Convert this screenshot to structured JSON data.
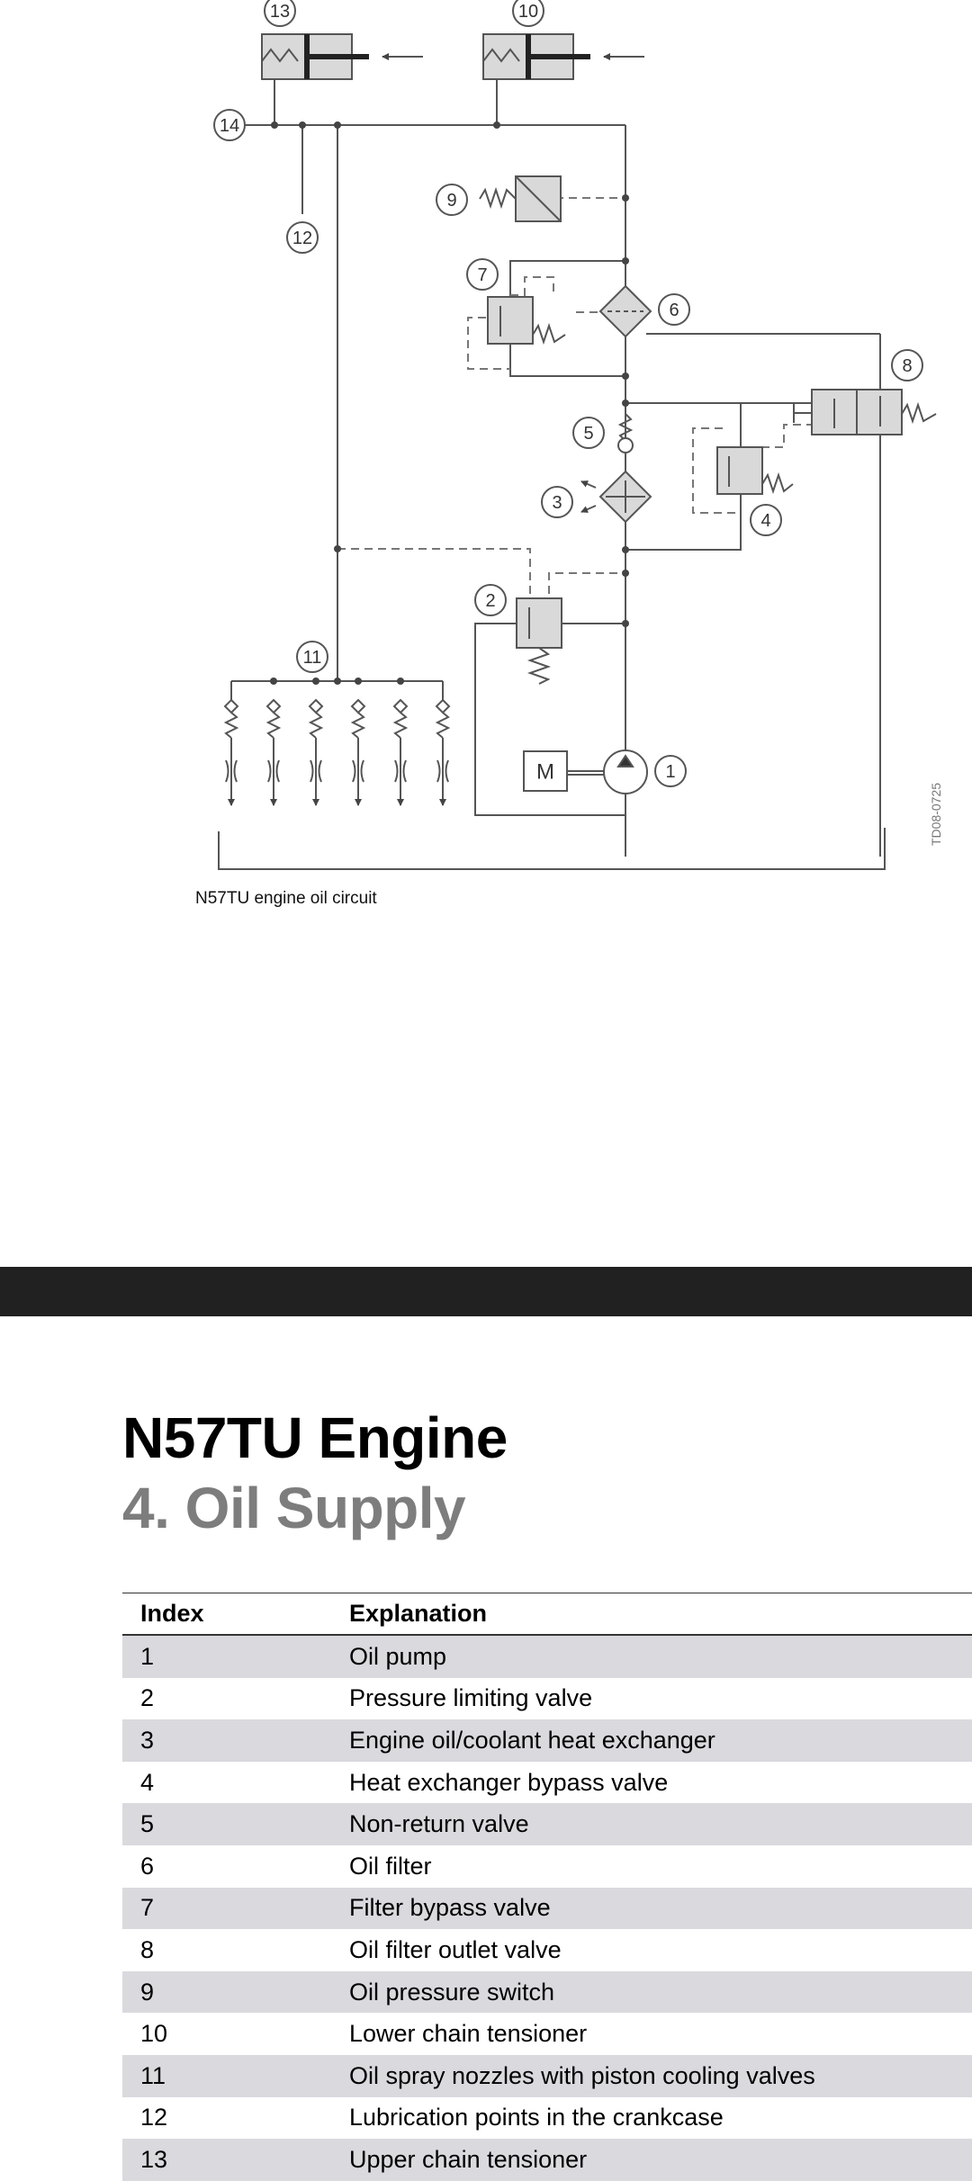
{
  "diagram": {
    "labels": [
      "1",
      "2",
      "3",
      "4",
      "5",
      "6",
      "7",
      "8",
      "9",
      "10",
      "11",
      "12",
      "13",
      "14"
    ],
    "pump_label": "M",
    "caption": "N57TU engine oil circuit",
    "reference": "TD08-0725"
  },
  "section": {
    "title": "N57TU Engine",
    "subtitle": "4. Oil Supply"
  },
  "table": {
    "headers": [
      "Index",
      "Explanation"
    ],
    "rows": [
      {
        "index": "1",
        "text": "Oil pump"
      },
      {
        "index": "2",
        "text": "Pressure limiting valve"
      },
      {
        "index": "3",
        "text": "Engine oil/coolant heat exchanger"
      },
      {
        "index": "4",
        "text": "Heat exchanger bypass valve"
      },
      {
        "index": "5",
        "text": "Non-return valve"
      },
      {
        "index": "6",
        "text": "Oil filter"
      },
      {
        "index": "7",
        "text": "Filter bypass valve"
      },
      {
        "index": "8",
        "text": "Oil filter outlet valve"
      },
      {
        "index": "9",
        "text": "Oil pressure switch"
      },
      {
        "index": "10",
        "text": "Lower chain tensioner"
      },
      {
        "index": "11",
        "text": "Oil spray nozzles with piston cooling valves"
      },
      {
        "index": "12",
        "text": "Lubrication points in the crankcase"
      },
      {
        "index": "13",
        "text": "Upper chain tensioner"
      }
    ]
  }
}
